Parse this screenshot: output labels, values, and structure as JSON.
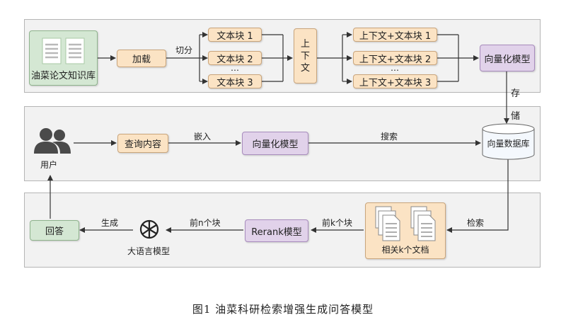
{
  "top": {
    "knowledge_base": "油菜论文知识库",
    "load": "加载",
    "split_label": "切分",
    "chunks": [
      "文本块 1",
      "文本块 2",
      "文本块 3"
    ],
    "ellipsis": "…",
    "context_chars": [
      "上",
      "下",
      "文"
    ],
    "context_chunks": [
      "上下文+文本块 1",
      "上下文+文本块 2",
      "上下文+文本块 3"
    ],
    "vector_model": "向量化模型",
    "store_chars": [
      "存",
      "储"
    ]
  },
  "middle": {
    "user": "用户",
    "query": "查询内容",
    "embed_label": "嵌入",
    "vector_model": "向量化模型",
    "search_label": "搜索",
    "vector_db": "向量数据库"
  },
  "bottom": {
    "answer": "回答",
    "generate_label": "生成",
    "llm": "大语言模型",
    "top_n_label": "前n个块",
    "rerank": "Rerank模型",
    "top_k_label": "前k个块",
    "docs": "相关k个文档",
    "retrieve_label": "检索"
  },
  "caption": "图1   油菜科研检索增强生成问答模型",
  "colors": {
    "orange": "#fbe3c4",
    "purple": "#e1d2ea",
    "green": "#d4e7d3",
    "panel": "#f2f2f2"
  }
}
